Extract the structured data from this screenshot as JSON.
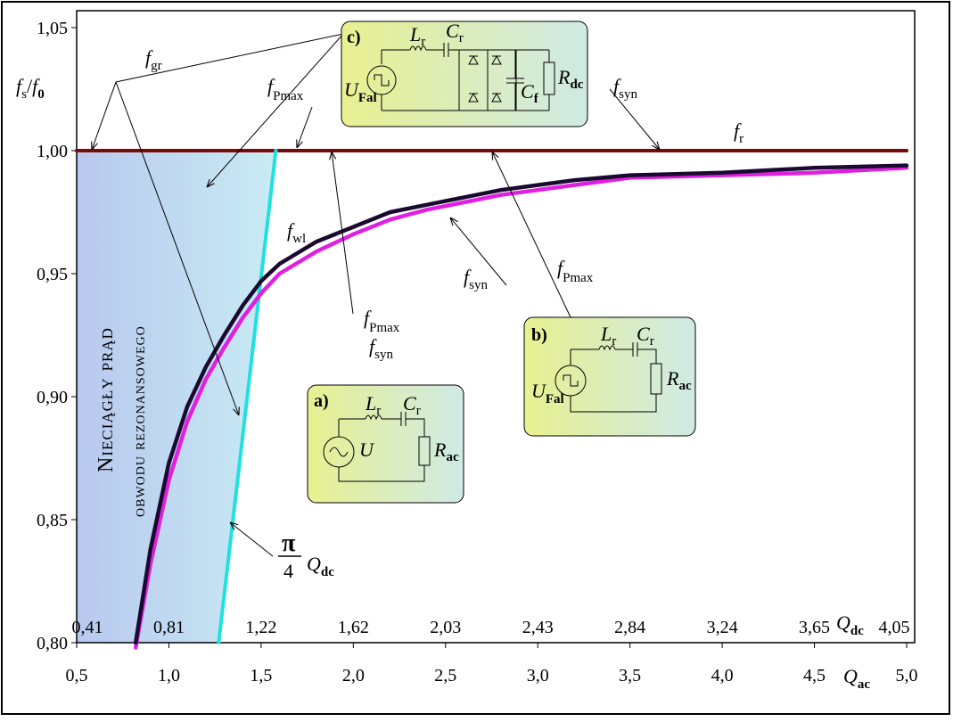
{
  "chart_data": {
    "type": "line",
    "ylabel": "fs/f0",
    "xlabel_primary": "Qac",
    "xlabel_secondary": "Qdc",
    "xlim": [
      0.5,
      5.0
    ],
    "ylim": [
      0.8,
      1.05
    ],
    "x_ticks": [
      "0,5",
      "1,0",
      "1,5",
      "2,0",
      "2,5",
      "3,0",
      "3,5",
      "4,0",
      "4,5",
      "5,0"
    ],
    "y_ticks": [
      "1,05",
      "1,00",
      "0,95",
      "0,90",
      "0,85",
      "0,80"
    ],
    "qdc_ticks": [
      "0,41",
      "0,81",
      "1,22",
      "1,62",
      "2,03",
      "2,43",
      "2,84",
      "3,24",
      "3,65",
      "4,05"
    ],
    "region_text": [
      "Nieciągły prąd",
      "obwodu rezonansowego"
    ],
    "series": [
      {
        "name": "fr",
        "color": "#7a0a0a",
        "x": [
          0.5,
          5.0
        ],
        "y": [
          1.0,
          1.0
        ]
      },
      {
        "name": "fwl",
        "color": "#1a0a30",
        "x": [
          0.82,
          0.9,
          1.0,
          1.1,
          1.2,
          1.3,
          1.4,
          1.5,
          1.6,
          1.8,
          2.0,
          2.2,
          2.4,
          2.6,
          2.8,
          3.0,
          3.2,
          3.5,
          4.0,
          4.5,
          5.0
        ],
        "y": [
          0.8,
          0.838,
          0.873,
          0.896,
          0.912,
          0.925,
          0.937,
          0.947,
          0.954,
          0.963,
          0.969,
          0.975,
          0.978,
          0.981,
          0.984,
          0.986,
          0.988,
          0.99,
          0.991,
          0.993,
          0.994
        ]
      },
      {
        "name": "fsyn",
        "color": "#e020e0",
        "x": [
          0.82,
          0.9,
          1.0,
          1.1,
          1.2,
          1.3,
          1.4,
          1.5,
          1.6,
          1.8,
          2.0,
          2.2,
          2.4,
          2.6,
          2.8,
          3.0,
          3.2,
          3.5,
          4.0,
          4.5,
          5.0
        ],
        "y": [
          0.798,
          0.832,
          0.866,
          0.89,
          0.907,
          0.92,
          0.932,
          0.942,
          0.95,
          0.959,
          0.966,
          0.972,
          0.976,
          0.979,
          0.982,
          0.984,
          0.986,
          0.989,
          0.99,
          0.991,
          0.993
        ]
      },
      {
        "name": "π/4 Qdc",
        "color": "#20e0e0",
        "x": [
          1.27,
          1.58
        ],
        "y": [
          0.8,
          1.0
        ]
      }
    ],
    "annotations": {
      "fgr": "fgr",
      "fPmax": "fPmax",
      "fsyn": "fsyn",
      "fr": "fr",
      "fwl": "fwl",
      "pi_label": "π",
      "four_label": "4",
      "qdc_label": "Qdc"
    },
    "boxes": {
      "a": {
        "letter": "a)",
        "source": "U",
        "Lr": "Lr",
        "Cr": "Cr",
        "R": "Rac"
      },
      "b": {
        "letter": "b)",
        "source": "UFal",
        "Lr": "Lr",
        "Cr": "Cr",
        "R": "Rac"
      },
      "c": {
        "letter": "c)",
        "source": "UFal",
        "Lr": "Lr",
        "Cr": "Cr",
        "Cf": "Cf",
        "R": "Rdc"
      }
    }
  }
}
